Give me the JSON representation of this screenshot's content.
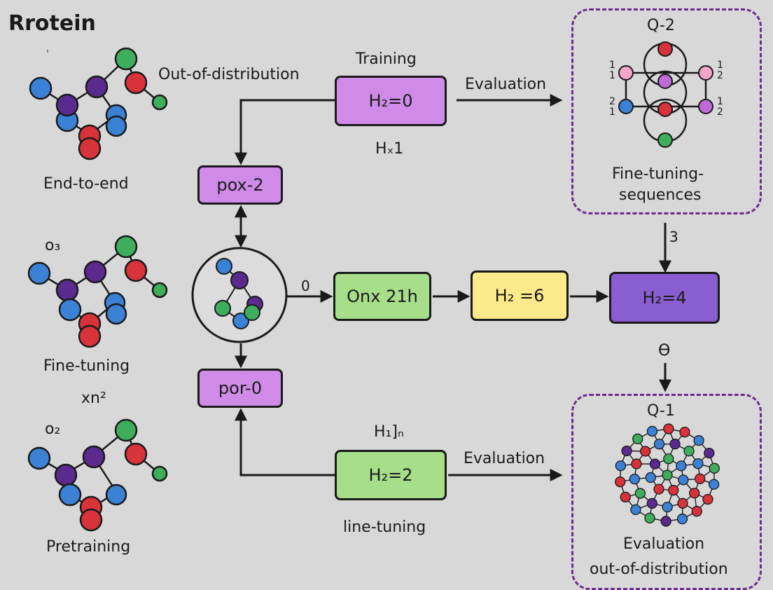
{
  "title": "Rrotein",
  "colors": {
    "background": "#d8d8d8",
    "purple_box": "#d08be8",
    "green_box": "#a6de8a",
    "yellow_box": "#fbe98a",
    "violet_box": "#8a5ed0",
    "dashed_border": "#6a2c91",
    "atom_blue": "#3b82d6",
    "atom_purple": "#5b2a8e",
    "atom_red": "#d8323a",
    "atom_green": "#3fae5c",
    "atom_pink": "#f4a6c8"
  },
  "left": {
    "mark_top": "ˈ",
    "label_end_to_end": "End-to-end",
    "sub_o3": "o₃",
    "label_fine_tuning": "Fine-tuning",
    "label_xn2": "xn²",
    "sub_o2": "o₂",
    "label_pretraining": "Pretraining"
  },
  "top": {
    "out_of_distribution": "Out-of-distribution",
    "training": "Training",
    "box_h2_0": "H₂=0",
    "hx1": "Hₓ1",
    "evaluation": "Evaluation"
  },
  "q2": {
    "title": "Q-2",
    "caption_line1": "Fine-tuning-",
    "caption_line2": "sequences",
    "left_marks": [
      "1",
      "1",
      "2",
      "1"
    ],
    "right_marks": [
      "1",
      "2",
      "1",
      "2"
    ],
    "arrow_label": "3"
  },
  "middle": {
    "pox2": "pox-2",
    "zero_label": "0",
    "onx21h": "Onx 21h",
    "h2_6": "H₂ =6",
    "h2_4": "H₂=4",
    "por0": "por-0"
  },
  "bottom": {
    "h1n": "H₁]ₙ",
    "box_h2_2": "H₂=2",
    "line_tuning": "line-tuning",
    "evaluation": "Evaluation"
  },
  "q1": {
    "symbol": "ϴ",
    "title": "Q-1",
    "caption_line1": "Evaluation",
    "caption_line2": "out-of-distribution"
  }
}
